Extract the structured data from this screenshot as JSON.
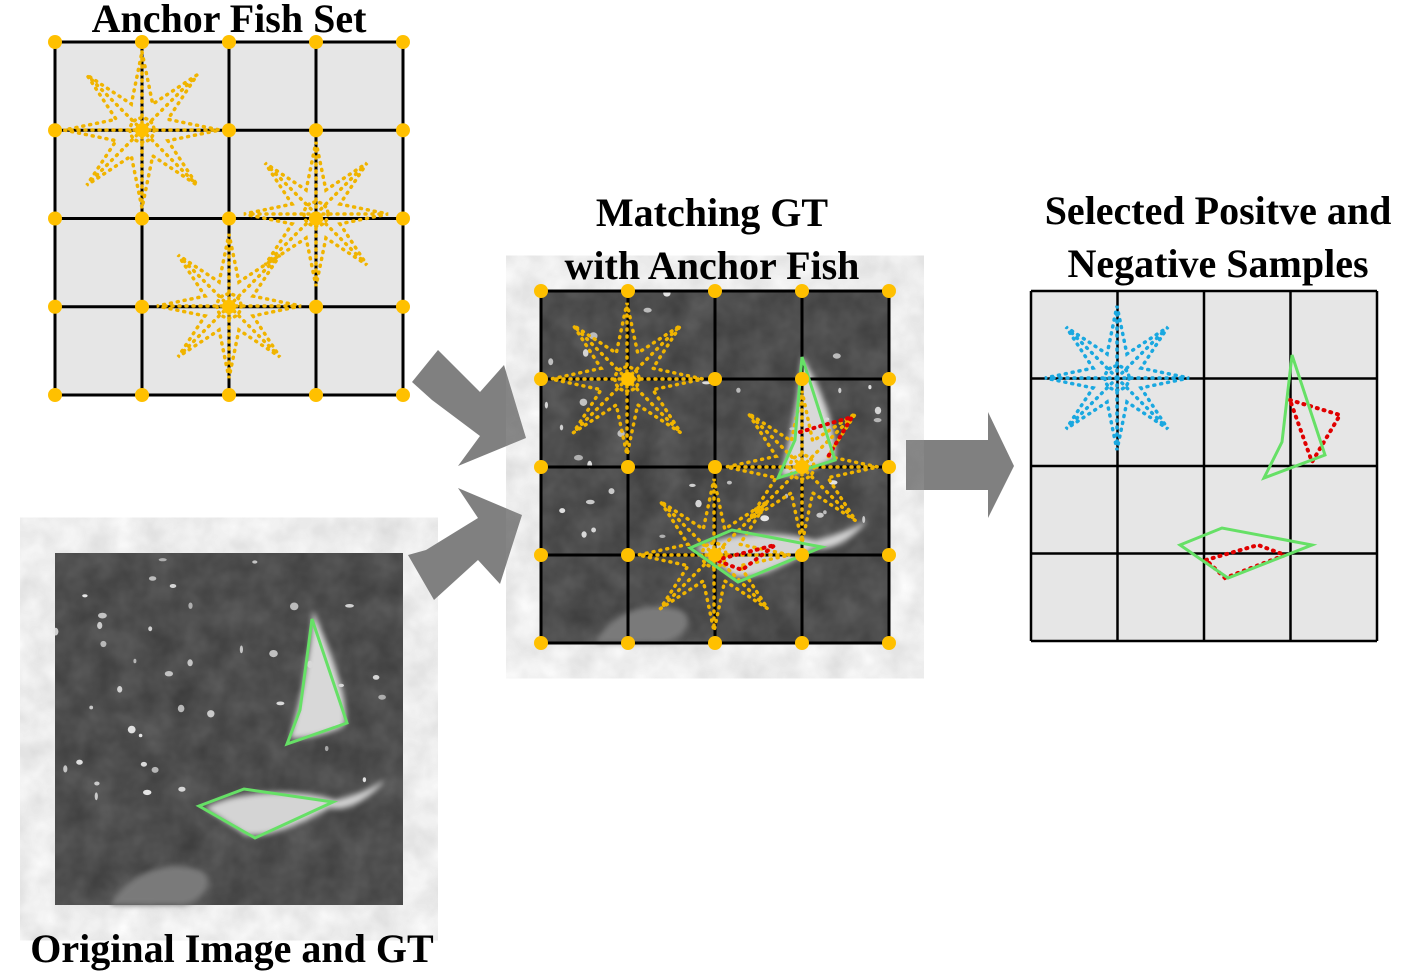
{
  "titles": {
    "anchor_set": "Anchor Fish Set",
    "original": "Original Image and GT",
    "matching_line1": "Matching GT",
    "matching_line2": "with Anchor Fish",
    "selected_line1": "Selected Positve and",
    "selected_line2": "Negative Samples"
  },
  "colors": {
    "grid_fill": "#e6e6e6",
    "grid_line": "#000000",
    "anchor_dot": "#ffc000",
    "anchor_star": "#f0b400",
    "gt_polygon": "#66e066",
    "negative_sample": "#e00000",
    "positive_sample": "#1aa8e0",
    "arrow": "#808080",
    "photo_bg": "#3a3a3a"
  }
}
